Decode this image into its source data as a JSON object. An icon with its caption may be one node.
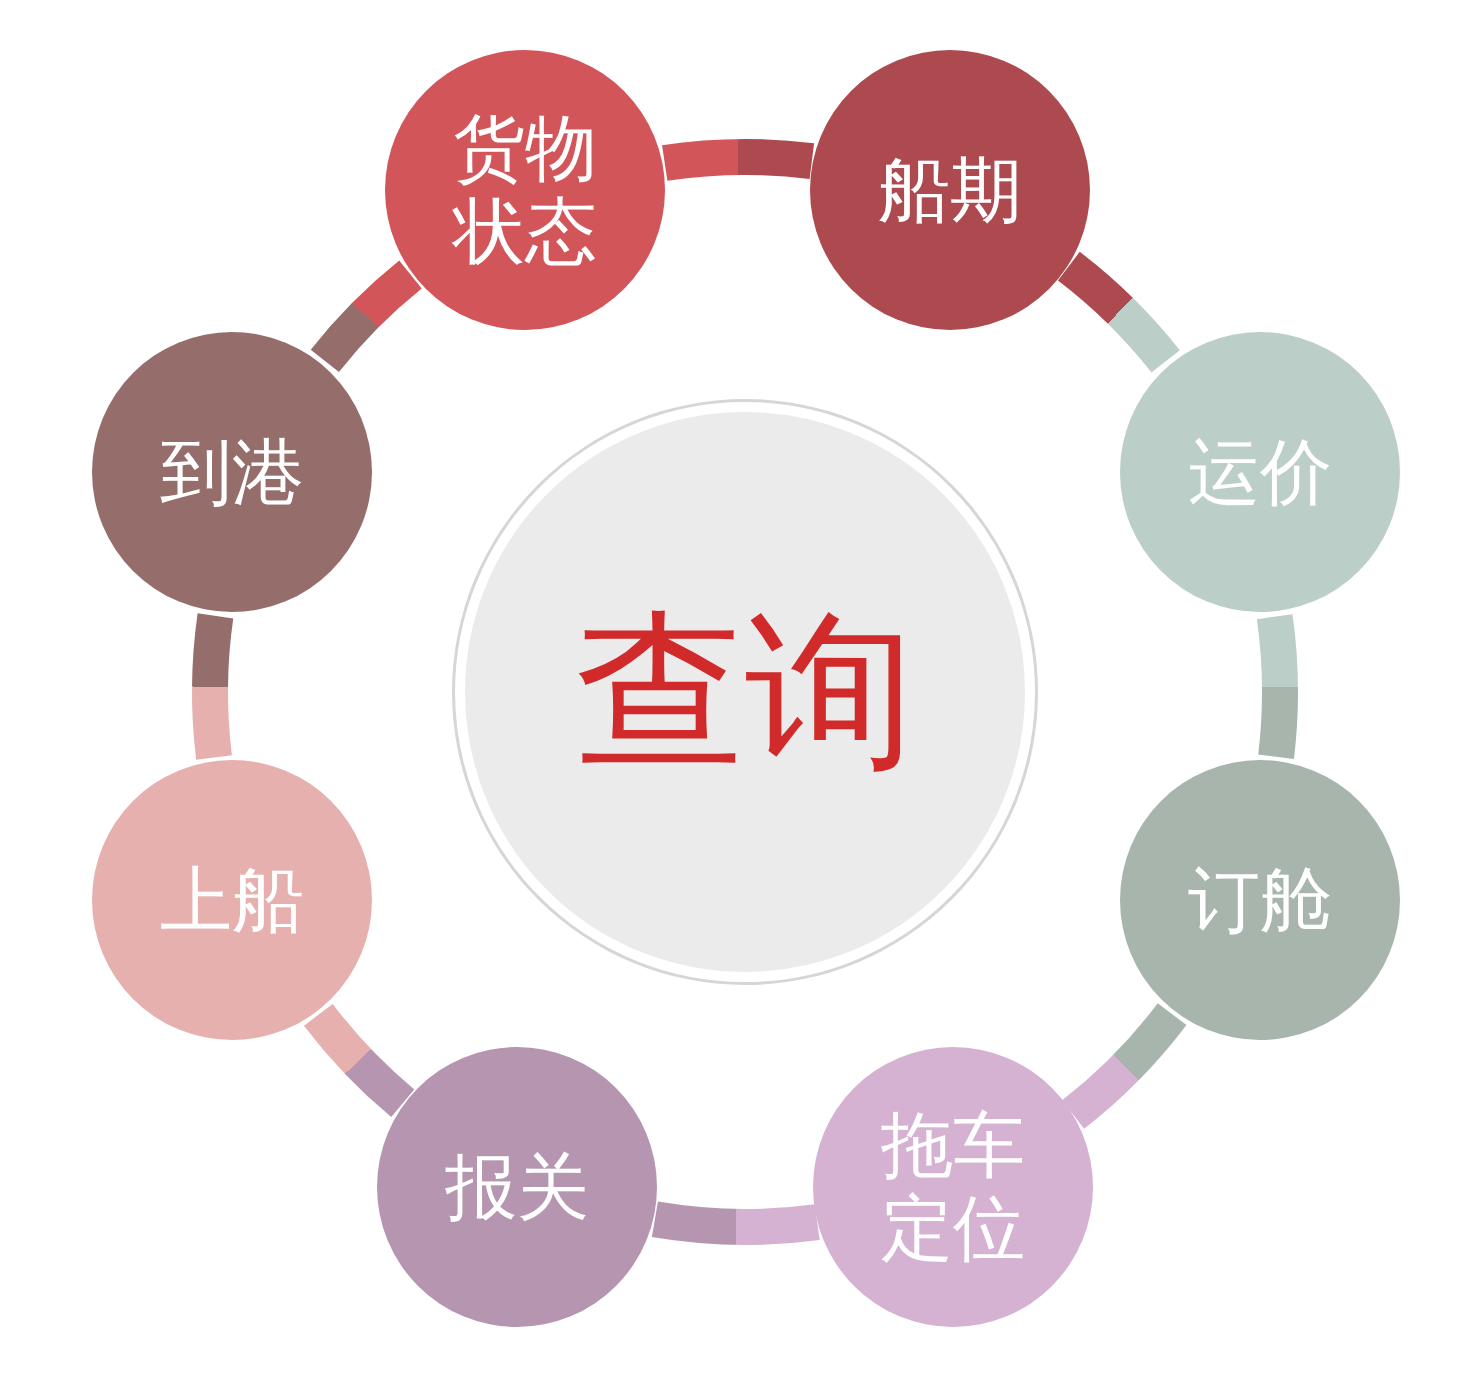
{
  "diagram": {
    "nodes": [
      {
        "text": [
          "货物状态"
        ]
      },
      {
        "text": [
          "船期"
        ]
      },
      {
        "text": [
          "到港"
        ]
      },
      {
        "text": [
          "运价"
        ]
      },
      {
        "text": [
          "查询"
        ]
      },
      {
        "text": [
          "上船"
        ]
      },
      {
        "text": [
          "订舱"
        ]
      },
      {
        "text": [
          "报关"
        ]
      },
      {
        "text": [
          "拖车定位"
        ]
      }
    ],
    "edges": [
      {
        "from": 0,
        "to": 1,
        "arrow": "none"
      },
      {
        "from": 1,
        "to": 3,
        "arrow": "none"
      },
      {
        "from": 3,
        "to": 6,
        "arrow": "none"
      },
      {
        "from": 6,
        "to": 8,
        "arrow": "none"
      },
      {
        "from": 8,
        "to": 7,
        "arrow": "none"
      },
      {
        "from": 7,
        "to": 5,
        "arrow": "none"
      },
      {
        "from": 5,
        "to": 2,
        "arrow": "none"
      },
      {
        "from": 2,
        "to": 0,
        "arrow": "none"
      }
    ]
  }
}
